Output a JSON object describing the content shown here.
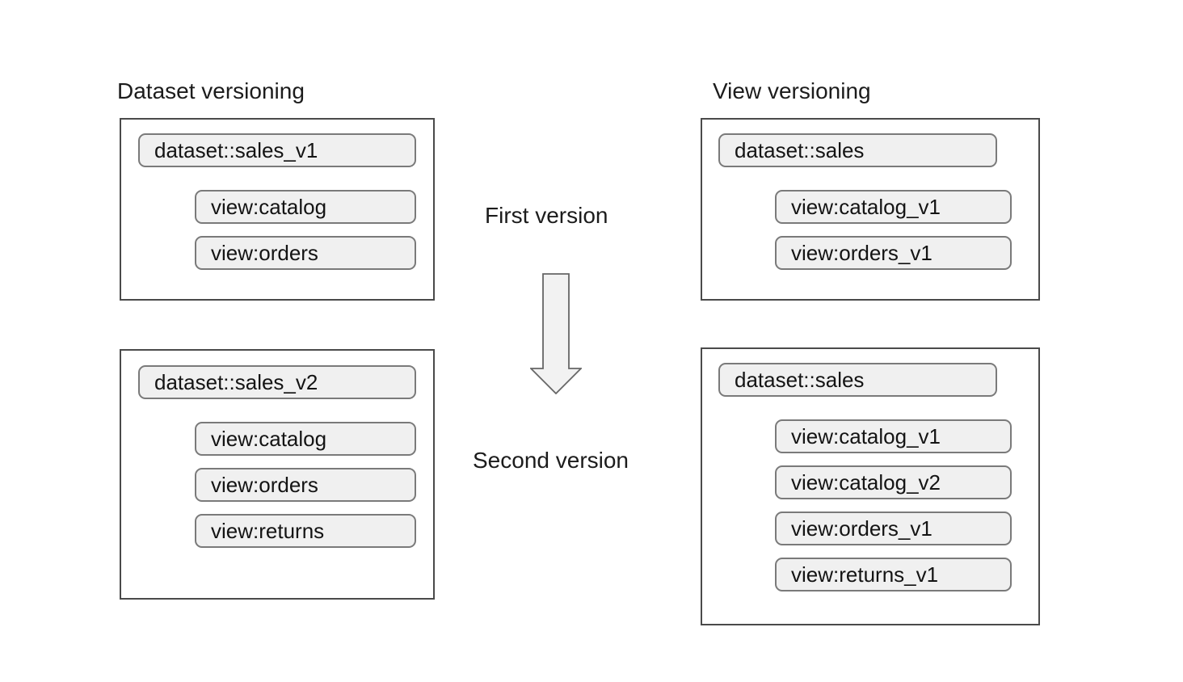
{
  "diagram": {
    "left_panel": {
      "title": "Dataset versioning",
      "boxes": [
        {
          "dataset_label": "dataset::sales_v1",
          "views": [
            "view:catalog",
            "view:orders"
          ]
        },
        {
          "dataset_label": "dataset::sales_v2",
          "views": [
            "view:catalog",
            "view:orders",
            "view:returns"
          ]
        }
      ]
    },
    "right_panel": {
      "title": "View versioning",
      "boxes": [
        {
          "dataset_label": "dataset::sales",
          "views": [
            "view:catalog_v1",
            "view:orders_v1"
          ]
        },
        {
          "dataset_label": "dataset::sales",
          "views": [
            "view:catalog_v1",
            "view:catalog_v2",
            "view:orders_v1",
            "view:returns_v1"
          ]
        }
      ]
    },
    "center": {
      "first_version_label": "First version",
      "second_version_label": "Second version",
      "arrow_icon": "down-block-arrow"
    },
    "colors": {
      "pill_fill": "#f0f0f0",
      "pill_border": "#7a7a7a",
      "box_border": "#4a4a4a",
      "arrow_fill": "#f2f2f2",
      "arrow_stroke": "#666666",
      "text": "#1c1c1c",
      "background": "#ffffff"
    }
  }
}
